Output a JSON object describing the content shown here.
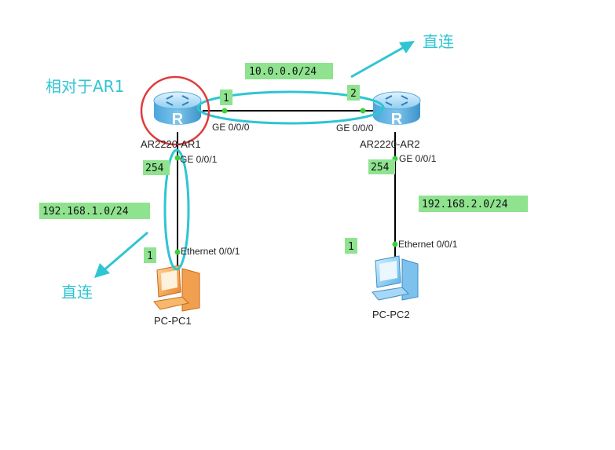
{
  "colors": {
    "cyan": "#2fc5d3",
    "red": "#e03a3a",
    "green_tag": "#8fe38f",
    "link": "#000000"
  },
  "devices": {
    "ar1": {
      "name": "AR2220-AR1",
      "icon": "router-icon"
    },
    "ar2": {
      "name": "AR2220-AR2",
      "icon": "router-icon"
    },
    "pc1": {
      "name": "PC-PC1",
      "icon": "pc-icon"
    },
    "pc2": {
      "name": "PC-PC2",
      "icon": "pc-icon"
    }
  },
  "ports": {
    "ar1_ge000": "GE 0/0/0",
    "ar2_ge000": "GE 0/0/0",
    "ar1_ge001": "GE 0/0/1",
    "ar2_ge001": "GE 0/0/1",
    "pc1_eth": "Ethernet 0/0/1",
    "pc2_eth": "Ethernet 0/0/1"
  },
  "networks": {
    "wan": "10.0.0.0/24",
    "lan1": "192.168.1.0/24",
    "lan2": "192.168.2.0/24"
  },
  "host_ids": {
    "ar1_wan": "1",
    "ar2_wan": "2",
    "ar1_lan": "254",
    "ar2_lan": "254",
    "pc1": "1",
    "pc2": "1"
  },
  "annotations": {
    "relative_ar1": "相对于AR1",
    "direct_top": "直连",
    "direct_bottom": "直连"
  }
}
